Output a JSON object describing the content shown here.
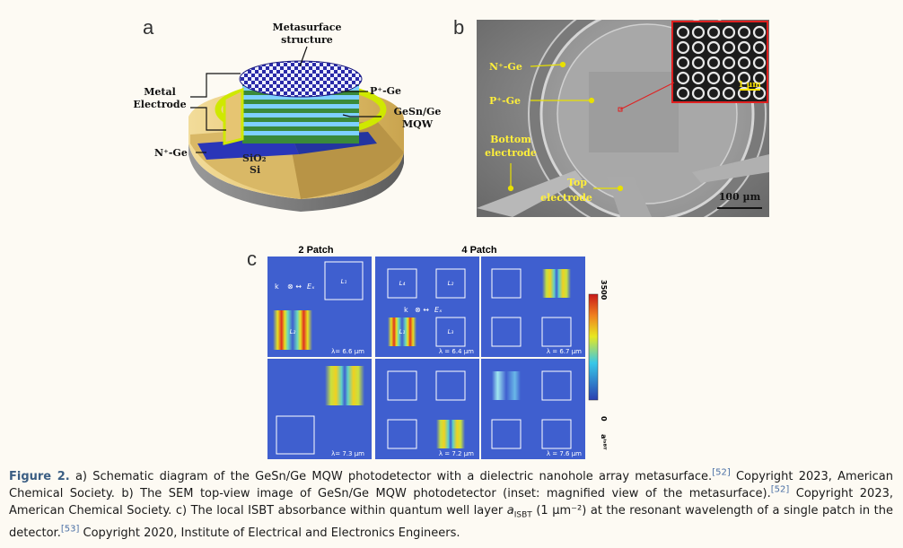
{
  "panel_a": {
    "letter": "a",
    "labels": {
      "metasurface": [
        "Metasurface",
        "structure"
      ],
      "metal_electrode": [
        "Metal",
        "Electrode"
      ],
      "p_ge": "P⁺-Ge",
      "gesn": [
        "GeSn/Ge",
        "MQW"
      ],
      "n_ge": "N⁺-Ge",
      "sio2": "SiO₂",
      "si": "Si"
    }
  },
  "panel_b": {
    "letter": "b",
    "labels": {
      "n_ge": "N⁺-Ge",
      "p_ge": "P⁺-Ge",
      "bottom": [
        "Bottom",
        "electrode"
      ],
      "top": [
        "Top",
        "electrode"
      ],
      "scale": "100 µm",
      "inset_scale": "1 µm"
    }
  },
  "panel_c": {
    "letter": "c",
    "header_2": "2 Patch",
    "header_4": "4 Patch",
    "colorbar_max": "3500",
    "colorbar_min": "0",
    "colorbar_label": "aᴵˢᴮᵀ",
    "k_label": "k",
    "e_label": "Eₓ",
    "l1": "L₁",
    "l2": "L₂",
    "l3": "L₃",
    "l4": "L₄",
    "lambdas": [
      "λ= 6.6 µm",
      "λ = 6.4 µm",
      "λ = 6.7 µm",
      "λ= 7.3 µm",
      "λ = 7.2 µm",
      "λ = 7.6 µm"
    ]
  },
  "caption": {
    "label": "Figure 2.",
    "part_a": " a) Schematic diagram of the GeSn/Ge MQW photodetector with a dielectric nanohole array metasurface.",
    "ref_a": "[52]",
    "part_a2": " Copyright 2023, American Chemical Society. b) The SEM top-view image of GeSn/Ge MQW photodetector (inset: magnified view of the metasurface).",
    "ref_b": "[52]",
    "part_b2": " Copyright 2023, American Chemical Society. c) The local ISBT absorbance within quantum well layer ",
    "symbol": "a",
    "symbol_sub": "ISBT",
    "part_c": " (1 µm⁻²) at the resonant wavelength of a single patch in the detector.",
    "ref_c": "[53]",
    "part_c2": " Copyright 2020, Institute of Electrical and Electronics Engineers."
  }
}
